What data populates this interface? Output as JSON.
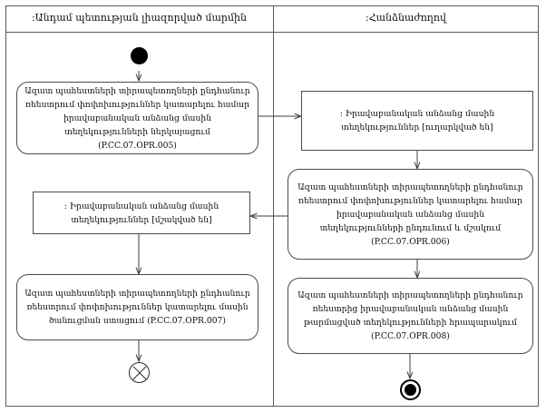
{
  "diagram": {
    "type": "uml-activity-diagram",
    "lanes": [
      {
        "id": "left",
        "title": ":Անդամ պետության լիազորված մարմին"
      },
      {
        "id": "right",
        "title": ":Հանձնաժողով"
      }
    ],
    "nodes": {
      "initial": {
        "kind": "initial-node",
        "lane": "left"
      },
      "action_005": {
        "kind": "action",
        "lane": "left",
        "label": "Ազատ պահեստների տիրապետողների ընդհանուր ռեեստրում փոփոխություններ կատարելու համար իրավաբանական անձանց մասին տեղեկությունների ներկայացում (P.CC.07.OPR.005)",
        "code": "P.CC.07.OPR.005"
      },
      "object_sent": {
        "kind": "object-node",
        "lane": "right",
        "label": ": Իրավաբանական անձանց մասին տեղեկություններ [ուղարկված են]",
        "state": "ուղարկված են"
      },
      "action_006": {
        "kind": "action",
        "lane": "right",
        "label": "Ազատ պահեստների տիրապետողների ընդհանուր ռեեստրում փոփոխություններ կատարելու համար իրավաբանական անձանց մասին տեղեկությունների ընդունում և մշակում (P.CC.07.OPR.006)",
        "code": "P.CC.07.OPR.006"
      },
      "object_processed": {
        "kind": "object-node",
        "lane": "left",
        "label": ": Իրավաբանական անձանց մասին տեղեկություններ [մշակված են]",
        "state": "մշակված են"
      },
      "action_007": {
        "kind": "action",
        "lane": "left",
        "label": "Ազատ պահեստների տիրապետողների ընդհանուր ռեեստրում փոփոխություններ կատարելու մասին ծանուցման ստացում (P.CC.07.OPR.007)",
        "code": "P.CC.07.OPR.007"
      },
      "action_008": {
        "kind": "action",
        "lane": "right",
        "label": "Ազատ պահեստների տիրապետողների ընդհանուր ռեեստրից իրավաբանական անձանց մասին թարմացված տեղեկությունների հրապարակում (P.CC.07.OPR.008)",
        "code": "P.CC.07.OPR.008"
      },
      "flow_final": {
        "kind": "flow-final-node",
        "lane": "left"
      },
      "activity_final": {
        "kind": "activity-final-node",
        "lane": "right"
      }
    },
    "colors": {
      "stroke": "#4c4c4c",
      "frame": "#5a5a5a",
      "fill": "#ffffff",
      "text": "#0d0d0d",
      "node_fill_black": "#000000"
    }
  }
}
